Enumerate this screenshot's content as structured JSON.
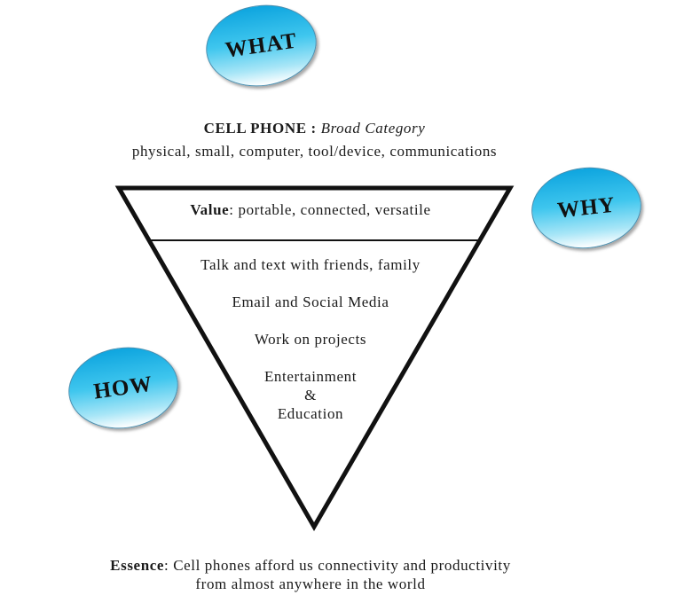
{
  "bubbles": {
    "what": "WHAT",
    "why": "WHY",
    "how": "HOW"
  },
  "header": {
    "title_bold": "CELL PHONE :",
    "title_italic": "Broad Category",
    "attributes": "physical, small, computer, tool/device, communications"
  },
  "triangle": {
    "value_label": "Value",
    "value_text": ": portable, connected, versatile",
    "how_items": [
      "Talk and text with friends, family",
      "Email and Social Media",
      "Work on projects",
      "Entertainment",
      "&",
      "Education"
    ]
  },
  "essence": {
    "label": "Essence",
    "line1": ": Cell phones afford us connectivity and productivity",
    "line2": "from almost anywhere in the world"
  }
}
